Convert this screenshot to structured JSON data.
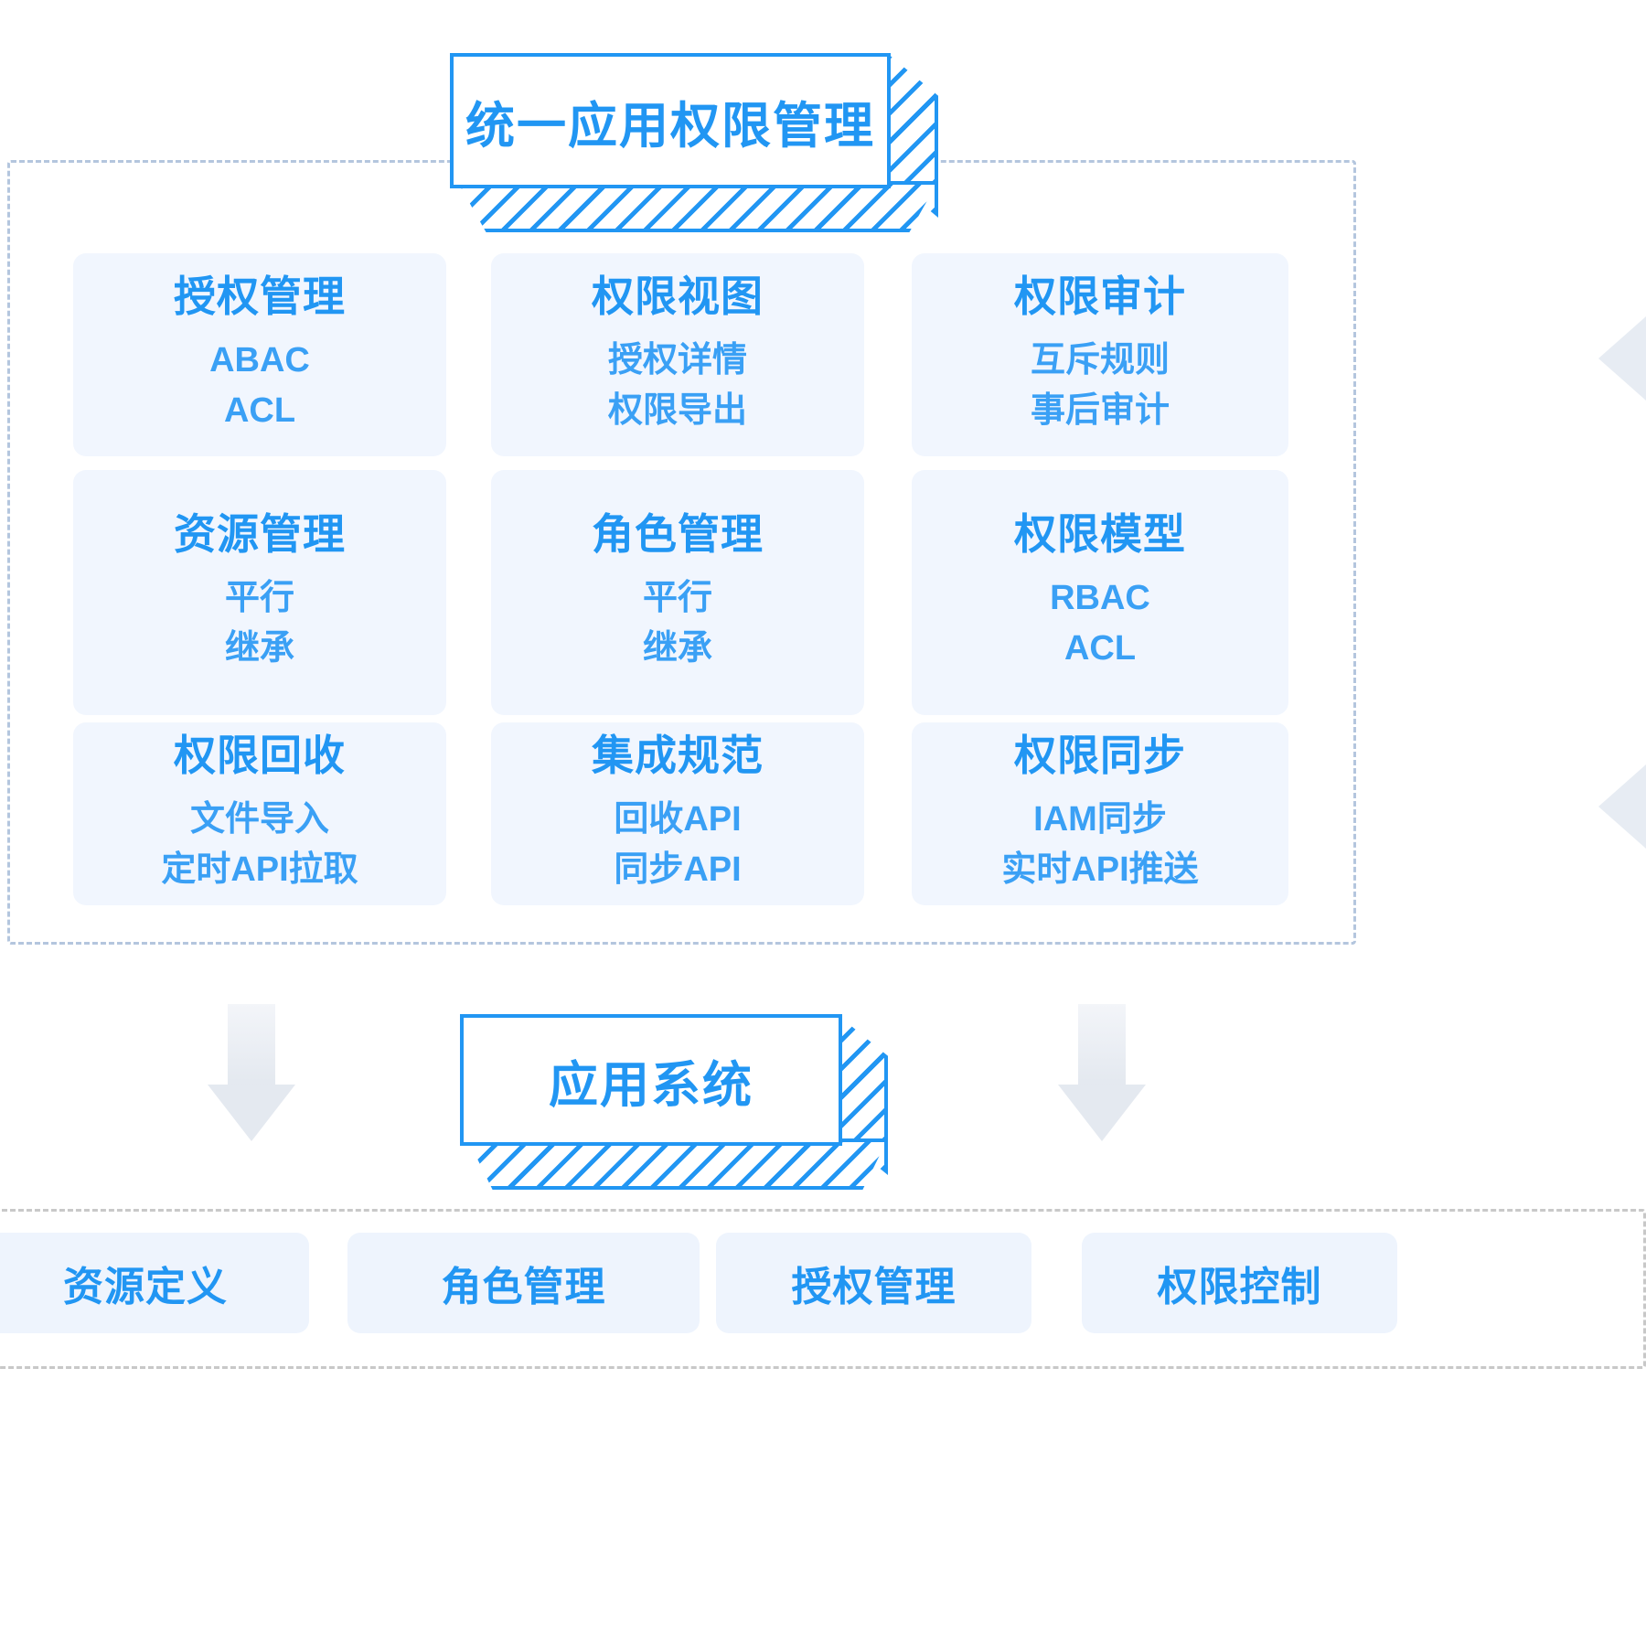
{
  "diagram": {
    "title_box": {
      "label": "统一应用权限管理"
    },
    "platform_region": {
      "cards": [
        {
          "title": "授权管理",
          "subs": [
            "ABAC",
            "ACL"
          ]
        },
        {
          "title": "权限视图",
          "subs": [
            "授权详情",
            "权限导出"
          ]
        },
        {
          "title": "权限审计",
          "subs": [
            "互斥规则",
            "事后审计"
          ]
        },
        {
          "title": "资源管理",
          "subs": [
            "平行",
            "继承"
          ]
        },
        {
          "title": "角色管理",
          "subs": [
            "平行",
            "继承"
          ]
        },
        {
          "title": "权限模型",
          "subs": [
            "RBAC",
            "ACL"
          ]
        },
        {
          "title": "权限回收",
          "subs": [
            "文件导入",
            "定时API拉取"
          ]
        },
        {
          "title": "集成规范",
          "subs": [
            "回收API",
            "同步API"
          ]
        },
        {
          "title": "权限同步",
          "subs": [
            "IAM同步",
            "实时API推送"
          ]
        }
      ]
    },
    "app_box": {
      "label": "应用系统"
    },
    "app_region": {
      "tags": [
        {
          "label": "资源定义"
        },
        {
          "label": "角色管理"
        },
        {
          "label": "授权管理"
        },
        {
          "label": "权限控制"
        }
      ]
    },
    "colors": {
      "accent": "#2196f3",
      "card_bg": "#f1f6fe",
      "tag_bg": "#eef4fd",
      "dashed": "#b4c6de",
      "arrow": "#e4e9f0"
    }
  }
}
